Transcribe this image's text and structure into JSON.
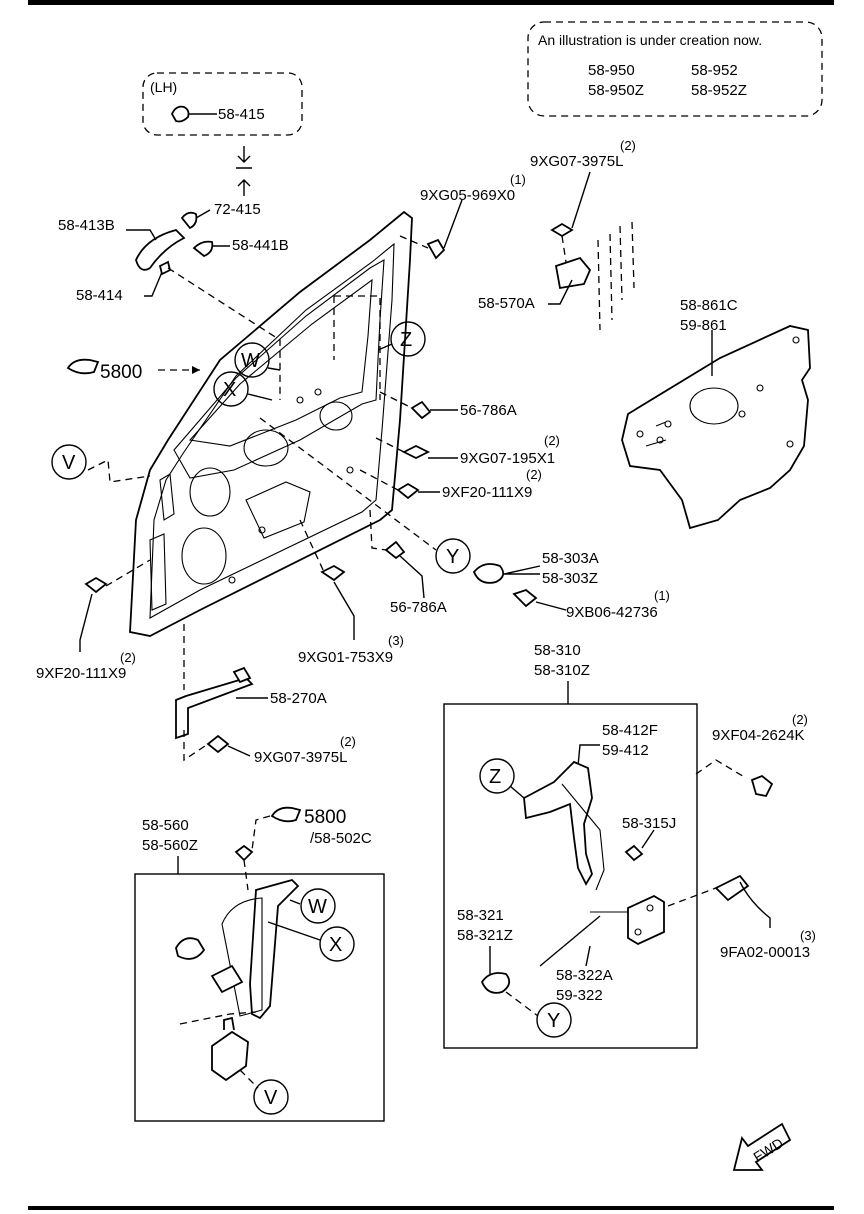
{
  "notice": {
    "text": "An illustration is under creation now.",
    "parts": [
      "58-950",
      "58-952",
      "58-950Z",
      "58-952Z"
    ]
  },
  "lh_box": {
    "title": "(LH)",
    "part": "58-415"
  },
  "callouts": {
    "main_assembly": "5800",
    "regulator_ref": "5800",
    "regulator_sub": "/58-502C"
  },
  "circle_refs": {
    "W": "W",
    "X": "X",
    "Y": "Y",
    "Z": "Z",
    "V": "V"
  },
  "labels": {
    "p58_413B": "58-413B",
    "p72_415": "72-415",
    "p58_441B": "58-441B",
    "p58_414": "58-414",
    "p9XG07_3975L_top": "9XG07-3975L",
    "p9XG07_3975L_top_qty": "(2)",
    "p9XG05_969X0": "9XG05-969X0",
    "p9XG05_969X0_qty": "(1)",
    "p58_570A": "58-570A",
    "p58_861C": "58-861C",
    "p59_861": "59-861",
    "p56_786A_upper": "56-786A",
    "p9XG07_195X1": "9XG07-195X1",
    "p9XG07_195X1_qty": "(2)",
    "p9XF20_111X9_right": "9XF20-111X9",
    "p9XF20_111X9_right_qty": "(2)",
    "p58_303A": "58-303A",
    "p58_303Z": "58-303Z",
    "p9XB06_42736": "9XB06-42736",
    "p9XB06_42736_qty": "(1)",
    "p56_786A_lower": "56-786A",
    "p9XG01_753X9": "9XG01-753X9",
    "p9XG01_753X9_qty": "(3)",
    "p9XF20_111X9_left": "9XF20-111X9",
    "p9XF20_111X9_left_qty": "(2)",
    "p58_270A": "58-270A",
    "p9XG07_3975L_low": "9XG07-3975L",
    "p9XG07_3975L_low_qty": "(2)",
    "p58_310": "58-310",
    "p58_310Z": "58-310Z",
    "p58_412F": "58-412F",
    "p59_412": "59-412",
    "p58_315J": "58-315J",
    "p9XF04_2624K": "9XF04-2624K",
    "p9XF04_2624K_qty": "(2)",
    "p58_321": "58-321",
    "p58_321Z": "58-321Z",
    "p58_322A": "58-322A",
    "p59_322": "59-322",
    "p9FA02_00013": "9FA02-00013",
    "p9FA02_00013_qty": "(3)",
    "p58_560": "58-560",
    "p58_560Z": "58-560Z"
  },
  "fwd_label": "FWD"
}
